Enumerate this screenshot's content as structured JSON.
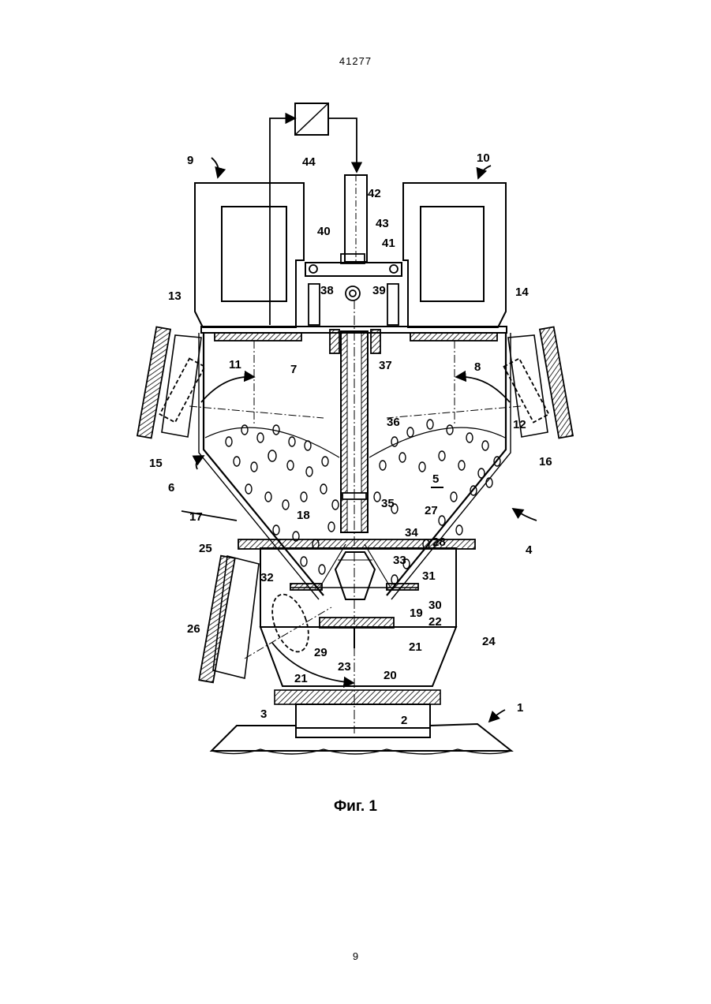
{
  "header": {
    "doc_number": "41277"
  },
  "figure": {
    "caption": "Фиг. 1",
    "labels": {
      "l1": "1",
      "l2": "2",
      "l3": "3",
      "l4": "4",
      "l5": "5",
      "l6": "6",
      "l7": "7",
      "l8": "8",
      "l9": "9",
      "l10": "10",
      "l11": "11",
      "l12": "12",
      "l13": "13",
      "l14": "14",
      "l15": "15",
      "l16": "16",
      "l17": "17",
      "l18": "18",
      "l19": "19",
      "l20": "20",
      "l21a": "21",
      "l21b": "21",
      "l22": "22",
      "l23": "23",
      "l24": "24",
      "l25": "25",
      "l26": "26",
      "l27": "27",
      "l28": "28",
      "l29": "29",
      "l30": "30",
      "l31": "31",
      "l32": "32",
      "l33": "33",
      "l34": "34",
      "l35": "35",
      "l36": "36",
      "l37": "37",
      "l38": "38",
      "l39": "39",
      "l40": "40",
      "l41": "41",
      "l42": "42",
      "l43": "43",
      "l44": "44"
    }
  },
  "footer": {
    "page_number": "9"
  }
}
